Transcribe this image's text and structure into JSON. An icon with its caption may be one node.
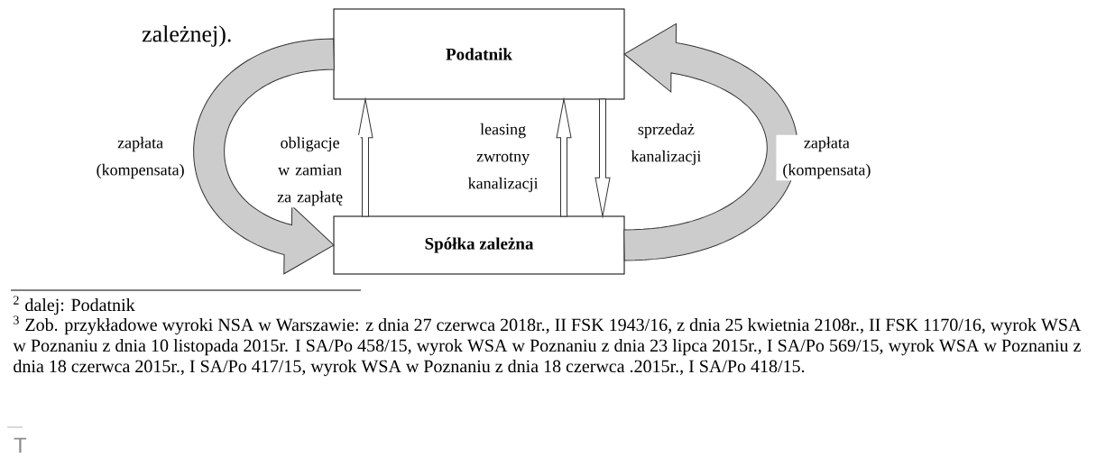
{
  "diagram": {
    "nodes": [
      {
        "text": [
          "Podatnik"
        ]
      },
      {
        "text": [
          "Spółka zależna"
        ]
      }
    ],
    "edges": [
      {
        "from": 0,
        "to": 1,
        "arrow": "to",
        "style": "thick",
        "label": "zapłata (kompensata)"
      },
      {
        "from": 1,
        "to": 0,
        "arrow": "to",
        "label": "obligacje w zamian za zapłatę"
      },
      {
        "from": 1,
        "to": 0,
        "arrow": "to",
        "label": "leasing zwrotny kanalizacji"
      },
      {
        "from": 0,
        "to": 1,
        "arrow": "to",
        "label": "sprzedaż kanalizacji"
      },
      {
        "from": 1,
        "to": 0,
        "arrow": "to",
        "style": "thick",
        "label": "zapłata (kompensata)"
      }
    ],
    "labels": [
      "zależnej).",
      "$^{2}$ dalej: Podatnik",
      "$^{3}$ Zob. przykładowe wyroki NSA w Warszawie: z dnia 27 czerwca 2018r., II FSK 1943/16, z dnia 25 kwietnia 2108r., II FSK 1170/16, wyrok WSA w Poznaniu z dnia 10 listopada 2015r. I SA/Po 458/15, wyrok WSA w Poznaniu z dnia 23 lipca 2015r., I SA/Po 569/15, wyrok WSA w Poznaniu z dnia 18 czerwca 2015r., I SA/Po 417/15, wyrok WSA w Poznaniu z dnia 18 czerwca .2015r., I SA/Po 418/15.",
      "T"
    ]
  }
}
